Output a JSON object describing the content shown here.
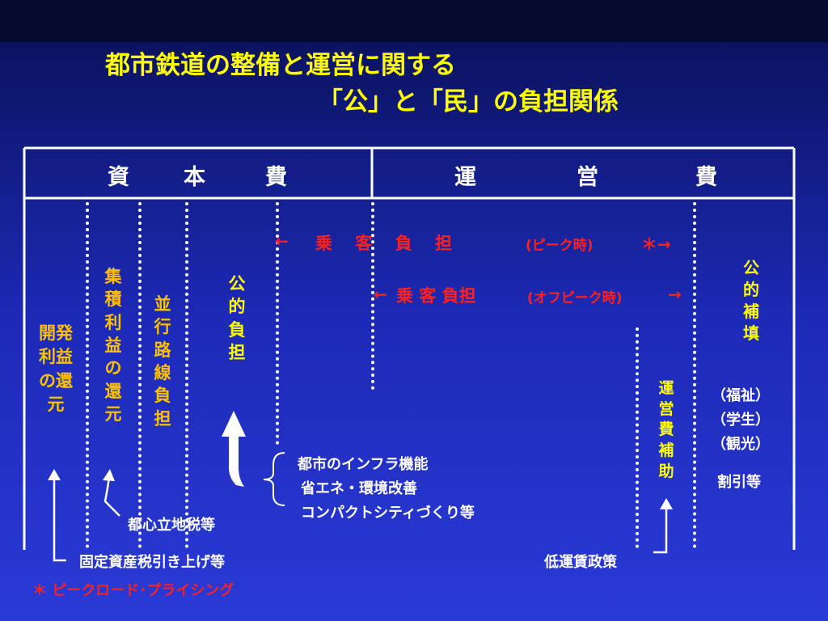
{
  "title": {
    "line1": "都市鉄道の整備と運営に関する",
    "line2": "「公」と「民」の負担関係"
  },
  "table_header": {
    "capital": [
      "資",
      "本",
      "費"
    ],
    "operating": [
      "運",
      "営",
      "費"
    ]
  },
  "columns": {
    "development": "開発利益の還元",
    "agglomeration": "集積利益の還元",
    "parallel": "並行路線負担",
    "public_burden": "公的負担",
    "public_compensation": "公的補填",
    "operating_subsidy": "運営費補助"
  },
  "passenger": {
    "peak_arrow": "←",
    "peak_label": "乗　 客　 負　 担",
    "peak_note": "(ピーク時)",
    "peak_end": "＊→",
    "offpeak_arrow": "←",
    "offpeak_label": "乗 客 負担",
    "offpeak_note": "(オフピーク時)",
    "offpeak_end": "→"
  },
  "discounts": {
    "welfare": "（福祉）",
    "student": "（学生）",
    "tourism": "（観光）",
    "etc": "割引等"
  },
  "infra": {
    "line1": "都市のインフラ機能",
    "line2": "省エネ・環境改善",
    "line3": "コンパクトシティづくり等"
  },
  "notes": {
    "downtown_tax": "都心立地税等",
    "property_tax": "固定資産税引き上げ等",
    "low_fare": "低運賃政策",
    "footnote": "＊ ピークロード･プライシング"
  }
}
